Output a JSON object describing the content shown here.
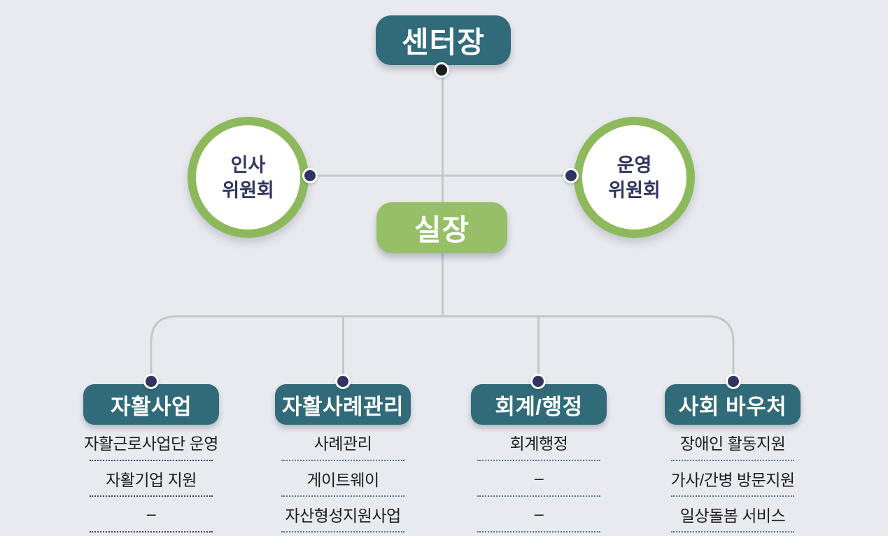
{
  "palette": {
    "background": "#e9eaef",
    "teal_box": "#316b79",
    "green_box": "#96bf68",
    "green_ring": "#8db95c",
    "navy_text": "#2f3560",
    "connector_line": "#c6c6c9",
    "item_text": "#1d1d1d",
    "dot_black": "#1d1d1e",
    "dot_navy": "#2f3560",
    "dotted_separator_navy": "#3a4066",
    "dotted_separator_teal": "#4c7690"
  },
  "org": {
    "root": {
      "label": "센터장"
    },
    "committees": [
      {
        "line1": "인사",
        "line2": "위원회"
      },
      {
        "line1": "운영",
        "line2": "위원회"
      }
    ],
    "manager": {
      "label": "실장"
    },
    "departments": [
      {
        "title": "자활사업",
        "items": [
          "자활근로사업단 운영",
          "자활기업 지원",
          "–"
        ]
      },
      {
        "title": "자활사례관리",
        "items": [
          "사례관리",
          "게이트웨이",
          "자산형성지원사업"
        ]
      },
      {
        "title": "회계/행정",
        "items": [
          "회계행정",
          "–",
          "–"
        ]
      },
      {
        "title": "사회 바우처",
        "items": [
          "장애인 활동지원",
          "가사/간병 방문지원",
          "일상돌봄 서비스"
        ]
      }
    ]
  }
}
